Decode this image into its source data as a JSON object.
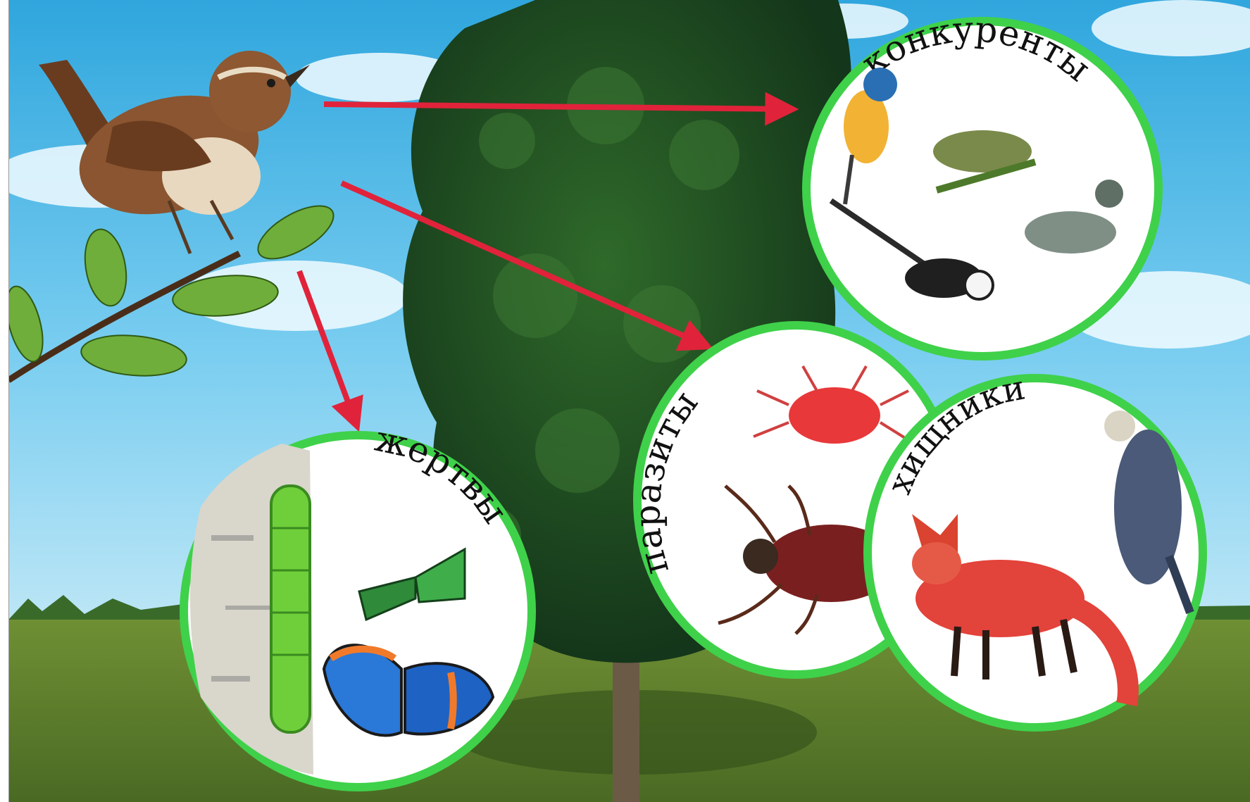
{
  "diagram": {
    "subject": "wren-bird",
    "groups": [
      {
        "id": "competitors",
        "label": "конкуренты",
        "animals": [
          "blue-tit-icon",
          "warbler-icon",
          "wagtail-icon",
          "flycatcher-icon"
        ]
      },
      {
        "id": "parasites",
        "label": "паразиты",
        "animals": [
          "red-mite-icon",
          "tick-icon"
        ]
      },
      {
        "id": "predators",
        "label": "хищники",
        "animals": [
          "fox-icon",
          "falcon-icon"
        ]
      },
      {
        "id": "prey",
        "label": "жертвы",
        "animals": [
          "caterpillar-icon",
          "green-butterfly-icon",
          "blue-butterfly-icon"
        ]
      }
    ],
    "arrows": [
      {
        "from": "wren-bird",
        "to": "competitors"
      },
      {
        "from": "wren-bird",
        "to": "parasites"
      },
      {
        "from": "wren-bird",
        "to": "prey"
      }
    ],
    "colors": {
      "circle_ring": "#3fd14a",
      "arrow": "#e0233a",
      "sky": "#58b9e6",
      "grass": "#5e7f2c",
      "tree": "#1f4a1d"
    }
  }
}
